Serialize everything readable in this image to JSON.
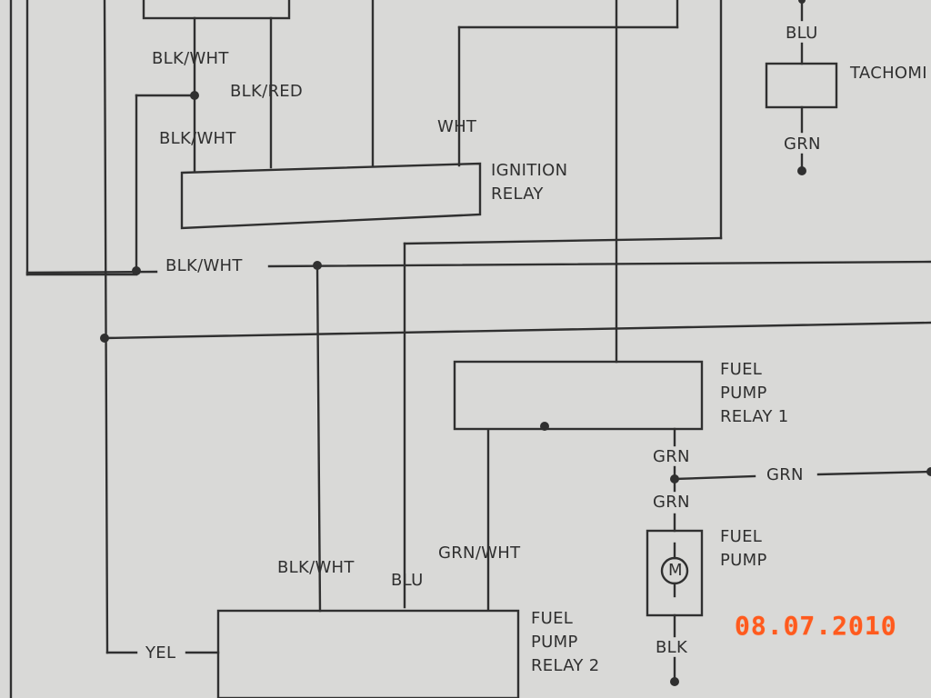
{
  "wire_labels": {
    "blk_wht_top": "BLK/WHT",
    "blk_red": "BLK/RED",
    "blk_wht_mid": "BLK/WHT",
    "wht": "WHT",
    "blk_wht_bus": "BLK/WHT",
    "blu_tach": "BLU",
    "grn_tach": "GRN",
    "grn_relay1_out": "GRN",
    "grn_branch": "GRN",
    "grn_pump_in": "GRN",
    "blk_pump_out": "BLK",
    "blk_wht_relay2": "BLK/WHT",
    "blu_relay2": "BLU",
    "grn_wht_relay2": "GRN/WHT",
    "yel": "YEL"
  },
  "components": {
    "ignition_relay": {
      "line1": "IGNITION",
      "line2": "RELAY"
    },
    "tachometer": {
      "label": "TACHOMI"
    },
    "fuel_pump_relay_1": {
      "line1": "FUEL",
      "line2": "PUMP",
      "line3": "RELAY 1"
    },
    "fuel_pump_relay_2": {
      "line1": "FUEL",
      "line2": "PUMP",
      "line3": "RELAY 2"
    },
    "fuel_pump": {
      "line1": "FUEL",
      "line2": "PUMP",
      "motor_symbol": "M"
    }
  },
  "date_stamp": "08.07.2010",
  "colors": {
    "paper": "#d9d9d7",
    "ink": "#303030",
    "stamp": "#ff5a1e"
  }
}
